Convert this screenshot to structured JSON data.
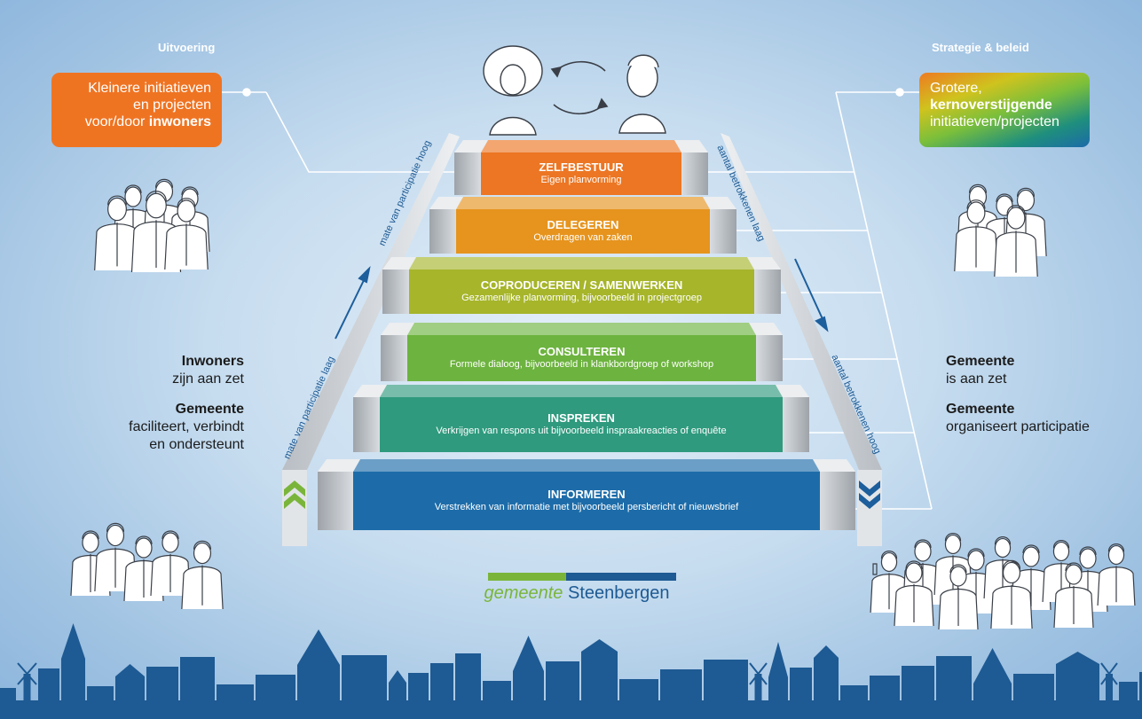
{
  "headers": {
    "left": "Uitvoering",
    "right": "Strategie & beleid"
  },
  "left_box": {
    "line1": "Kleinere initiatieven",
    "line2": "en projecten",
    "line3_pre": "voor/door ",
    "line3_bold": "inwoners"
  },
  "right_box": {
    "line1": "Grotere,",
    "line2_bold": "kernoverstijgende",
    "line3": "initiatieven/projecten"
  },
  "left_text": {
    "b1": "Inwoners",
    "t1": "zijn aan zet",
    "b2": "Gemeente",
    "t2": "faciliteert, verbindt",
    "t3": "en ondersteunt"
  },
  "right_text": {
    "b1": "Gemeente",
    "t1": "is aan zet",
    "b2": "Gemeente",
    "t2": "organiseert participatie"
  },
  "rails": {
    "left_top": "mate van participatie hoog",
    "left_bottom": "mate van participatie laag",
    "right_top": "aantal betrokkenen laag",
    "right_bottom": "aantal betrokkenen hoog"
  },
  "steps": [
    {
      "title": "ZELFBESTUUR",
      "subtitle": "Eigen planvorming",
      "color": "#ec7623"
    },
    {
      "title": "DELEGEREN",
      "subtitle": "Overdragen van zaken",
      "color": "#e6941e"
    },
    {
      "title": "COPRODUCEREN / SAMENWERKEN",
      "subtitle": "Gezamenlijke planvorming, bijvoorbeeld in projectgroep",
      "color": "#a6b52a"
    },
    {
      "title": "CONSULTEREN",
      "subtitle": "Formele dialoog, bijvoorbeeld in klankbordgroep of workshop",
      "color": "#6db33f"
    },
    {
      "title": "INSPREKEN",
      "subtitle": "Verkrijgen van respons uit bijvoorbeeld inspraakreacties of enquête",
      "color": "#2f9a7e"
    },
    {
      "title": "INFORMEREN",
      "subtitle": "Verstrekken van informatie met bijvoorbeeld persbericht of nieuwsbrief",
      "color": "#1d6ca9"
    }
  ],
  "logo": {
    "italic": "gemeente",
    "name": " Steenbergen",
    "green": "#7ab53a",
    "blue": "#1e5a93"
  },
  "icons": [
    "woman-portrait-icon",
    "cycle-arrows-icon",
    "man-portrait-icon",
    "group-of-residents-icon",
    "skyline-icon"
  ]
}
